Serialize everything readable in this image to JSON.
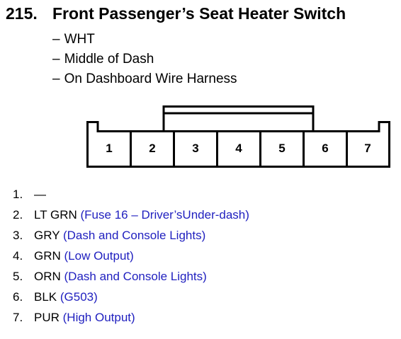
{
  "header": {
    "number": "215.",
    "title": "Front Passenger’s Seat Heater Switch"
  },
  "details": [
    "WHT",
    "Middle of Dash",
    "On Dashboard Wire Harness"
  ],
  "connector": {
    "pin_labels": [
      "1",
      "2",
      "3",
      "4",
      "5",
      "6",
      "7"
    ]
  },
  "pins": [
    {
      "num": "1.",
      "wire": "—",
      "desc": ""
    },
    {
      "num": "2.",
      "wire": "LT GRN",
      "desc": "(Fuse 16 – Driver’sUnder-dash)"
    },
    {
      "num": "3.",
      "wire": "GRY",
      "desc": "(Dash and Console Lights)"
    },
    {
      "num": "4.",
      "wire": "GRN",
      "desc": "(Low Output)"
    },
    {
      "num": "5.",
      "wire": "ORN",
      "desc": "(Dash and Console Lights)"
    },
    {
      "num": "6.",
      "wire": "BLK",
      "desc": "(G503)"
    },
    {
      "num": "7.",
      "wire": "PUR",
      "desc": "(High Output)"
    }
  ],
  "colors": {
    "description_text": "#1f1fbf"
  }
}
